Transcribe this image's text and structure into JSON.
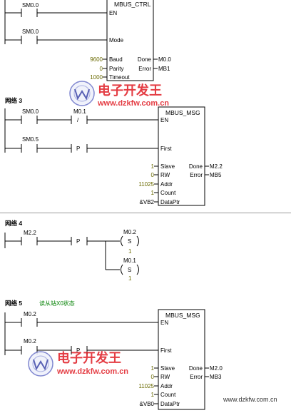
{
  "blocks": {
    "ctrl": {
      "title": "MBUS_CTRL",
      "en": "EN",
      "mode": "Mode",
      "baud_pin": "Baud",
      "parity_pin": "Parity",
      "timeout_pin": "Timeout",
      "done_pin": "Done",
      "error_pin": "Error",
      "baud_val": "9600",
      "parity_val": "0",
      "timeout_val": "1000",
      "done_out": "M0.0",
      "error_out": "MB1"
    },
    "msg1": {
      "title": "MBUS_MSG",
      "en": "EN",
      "first": "First",
      "slave_pin": "Slave",
      "rw_pin": "RW",
      "addr_pin": "Addr",
      "count_pin": "Count",
      "dataptr_pin": "DataPtr",
      "done_pin": "Done",
      "error_pin": "Error",
      "slave_val": "1",
      "rw_val": "0",
      "addr_val": "11025",
      "count_val": "1",
      "dataptr_val": "&VB2",
      "done_out": "M2.2",
      "error_out": "MB5"
    },
    "msg2": {
      "title": "MBUS_MSG",
      "en": "EN",
      "first": "First",
      "slave_pin": "Slave",
      "rw_pin": "RW",
      "addr_pin": "Addr",
      "count_pin": "Count",
      "dataptr_pin": "DataPtr",
      "done_pin": "Done",
      "error_pin": "Error",
      "slave_val": "1",
      "rw_val": "0",
      "addr_val": "11025",
      "count_val": "1",
      "dataptr_val": "&VB0",
      "done_out": "M2.0",
      "error_out": "MB3"
    }
  },
  "contacts": {
    "n2_sm00_a": "SM0.0",
    "n2_sm00_b": "SM0.0",
    "n3_sm00": "SM0.0",
    "n3_m01": "M0.1",
    "n3_sm05": "SM0.5",
    "n4_m22": "M2.2",
    "n5_m02_a": "M0.2",
    "n5_m02_b": "M0.2"
  },
  "symbols": {
    "negate": "/",
    "pos_edge": "P",
    "set": "S"
  },
  "coils": {
    "n4_m02": "M0.2",
    "n4_m02_n": "1",
    "n4_m01": "M0.1",
    "n4_m01_n": "1"
  },
  "networks": {
    "n3": "网络 3",
    "n4": "网络 4",
    "n5": "网络 5",
    "n5_comment": "读从站X0状态"
  },
  "watermark": {
    "text_cn": "电子开发王",
    "url": "www.dzkfw.com.cn",
    "footer_url": "www.dzkfw.com.cn"
  },
  "colors": {
    "wire": "#000000",
    "constant": "#6a6a00",
    "comment": "#008000",
    "watermark": "#e01b23"
  }
}
